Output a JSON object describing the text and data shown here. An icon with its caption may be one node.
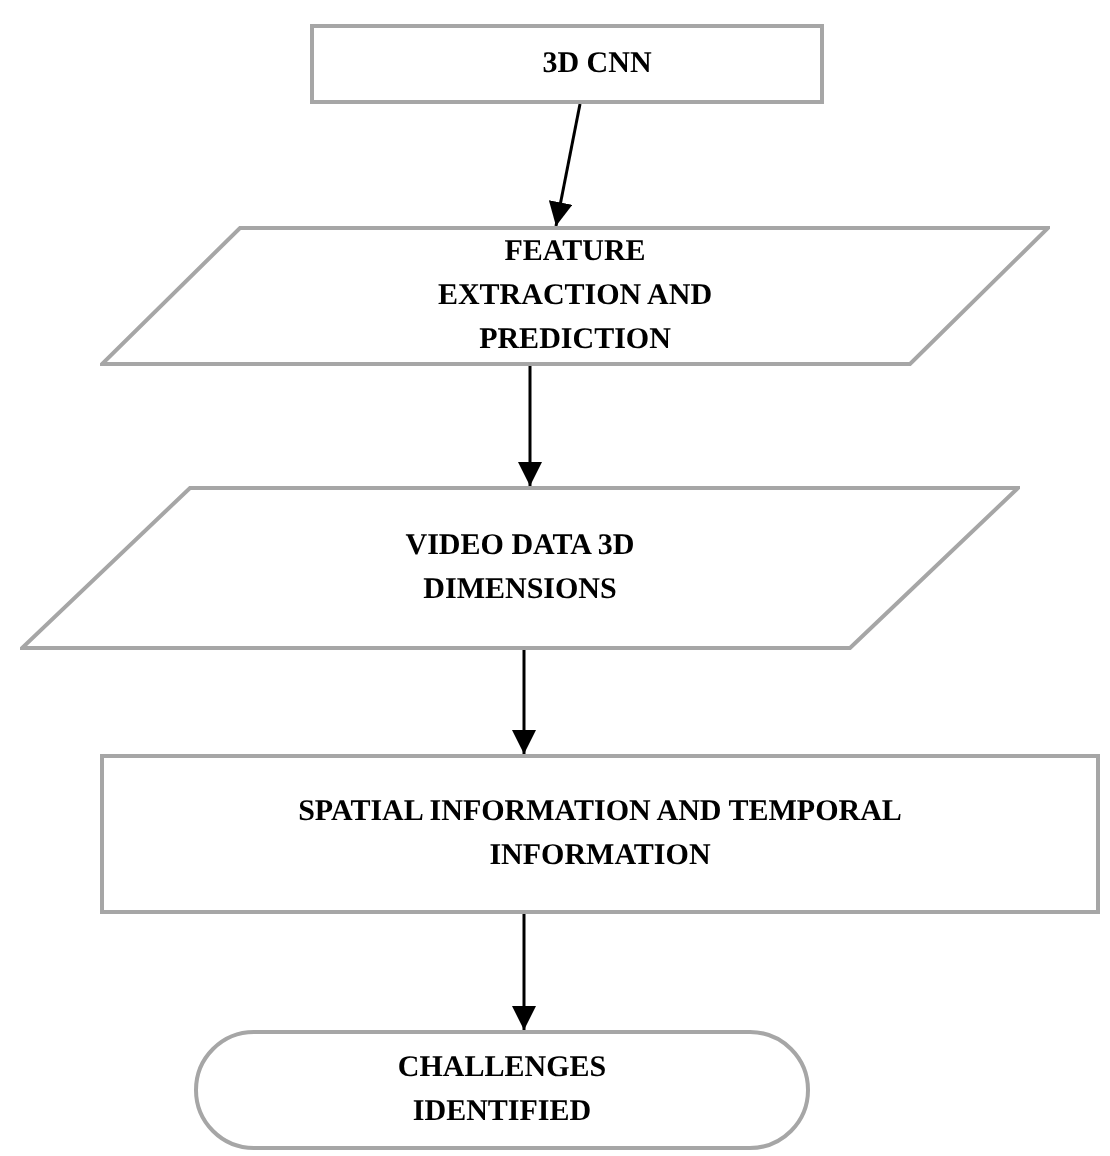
{
  "diagram": {
    "nodes": [
      {
        "text": [
          "3D CNN"
        ]
      },
      {
        "text": [
          "FEATURE EXTRACTION AND PREDICTION"
        ]
      },
      {
        "text": [
          "VIDEO DATA 3D DIMENSIONS"
        ]
      },
      {
        "text": [
          "SPATIAL INFORMATION AND TEMPORAL INFORMATION"
        ]
      },
      {
        "text": [
          "CHALLENGES IDENTIFIED"
        ]
      }
    ],
    "edges": [
      {
        "from": 0,
        "to": 1,
        "arrow": "to"
      },
      {
        "from": 1,
        "to": 2,
        "arrow": "to"
      },
      {
        "from": 2,
        "to": 3,
        "arrow": "to"
      },
      {
        "from": 3,
        "to": 4,
        "arrow": "to"
      }
    ]
  }
}
